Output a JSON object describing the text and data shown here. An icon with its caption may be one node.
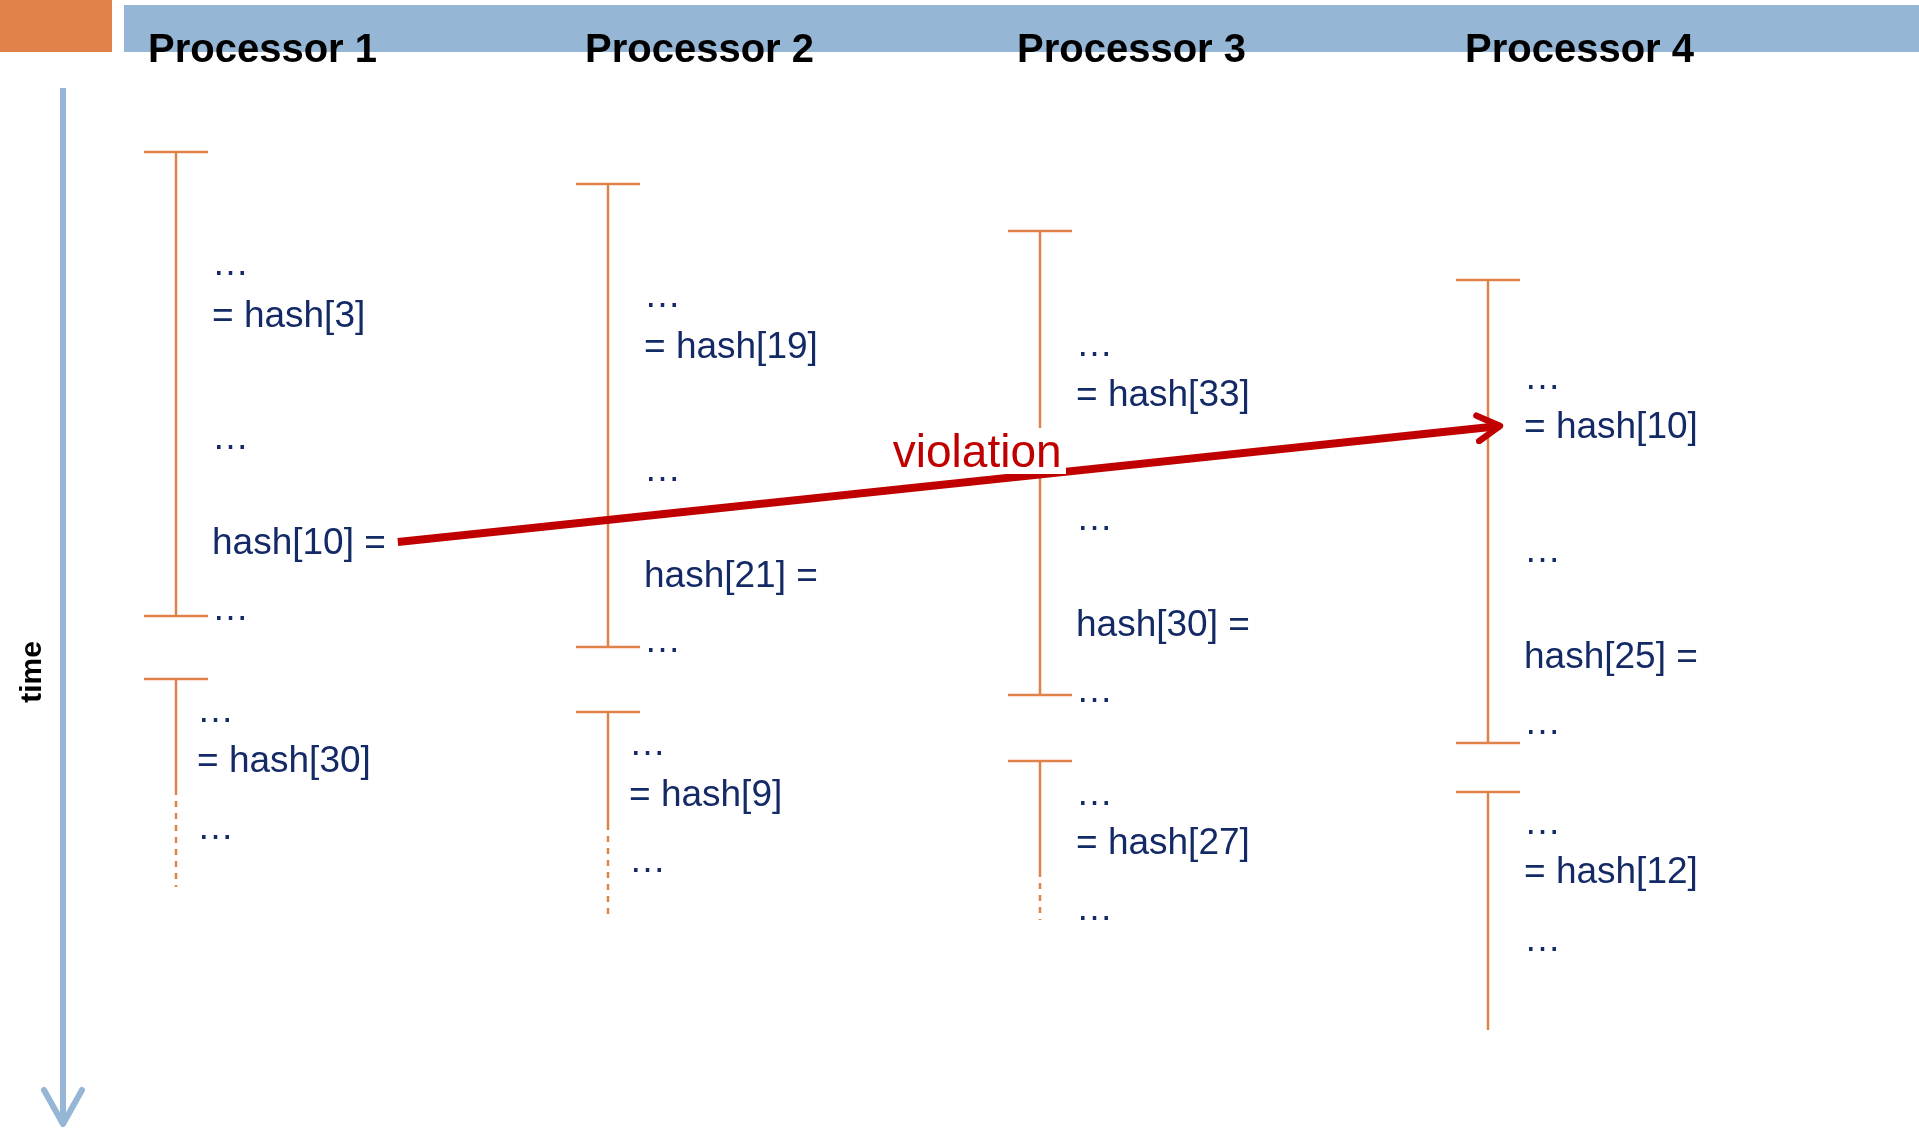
{
  "diagram": {
    "nodes": [
      {
        "text": [
          "hash[10] ="
        ]
      },
      {
        "text": [
          "= hash[10]"
        ]
      }
    ],
    "edges": [
      {
        "from": 0,
        "to": 1,
        "arrow": "to",
        "label": "violation",
        "color": "#c00000"
      }
    ],
    "labels": [
      "Processor 1",
      "Processor 2",
      "Processor 3",
      "Processor 4",
      "time",
      "…",
      "= hash[3]",
      "…",
      "…",
      "…",
      "= hash[30]",
      "…",
      "…",
      "= hash[19]",
      "…",
      "hash[21] =",
      "…",
      "…",
      "= hash[9]",
      "…",
      "…",
      "= hash[33]",
      "…",
      "hash[30] =",
      "…",
      "…",
      "= hash[27]",
      "…",
      "…",
      "…",
      "hash[25] =",
      "…",
      "…",
      "= hash[12]",
      "…"
    ]
  }
}
